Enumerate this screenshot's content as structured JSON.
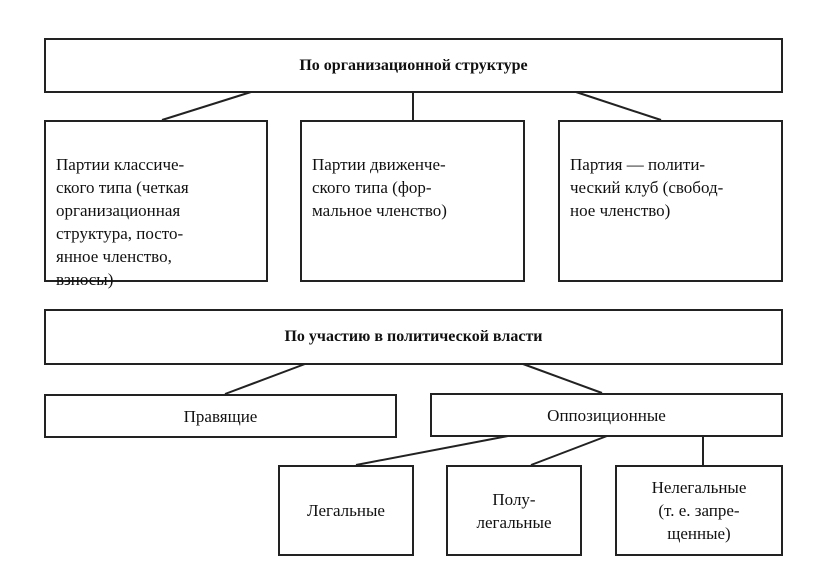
{
  "section1": {
    "title": "По организационной структуре",
    "items": [
      "Партии классиче-\nского типа (четкая\nорганизационная\nструктура, посто-\nянное членство,\nвзносы)",
      "Партии движенче-\nского типа (фор-\nмальное членство)",
      "Партия — полити-\nческий клуб (свобод-\nное членство)"
    ]
  },
  "section2": {
    "title": "По участию в политической власти",
    "ruling": "Правящие",
    "opposition": "Оппозиционные",
    "opposition_types": [
      "Легальные",
      "Полу-\nлегальные",
      "Нелегальные\n(т. е. запре-\nщенные)"
    ]
  }
}
